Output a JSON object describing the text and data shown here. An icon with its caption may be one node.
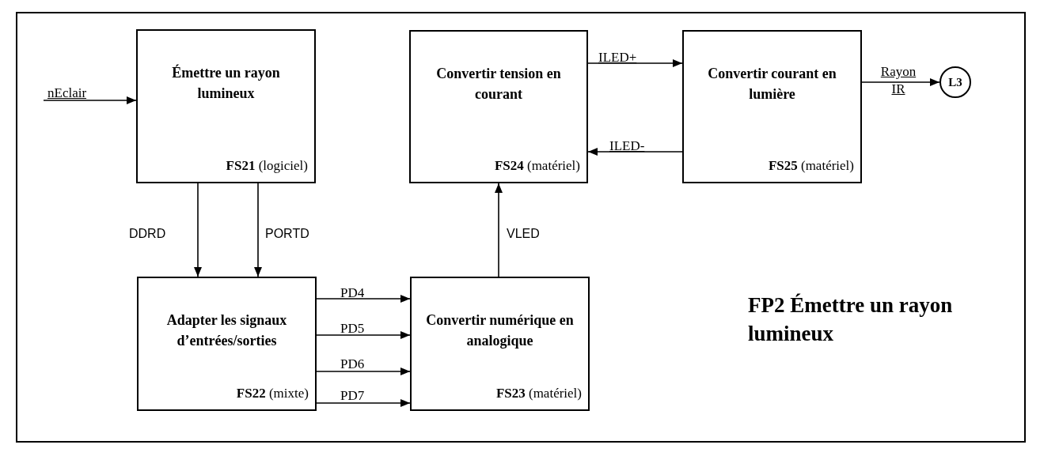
{
  "diagram": {
    "title": "FP2 Émettre un rayon lumineux",
    "nodes": [
      {
        "text": [
          "Émettre un rayon lumineux",
          "**FS21** (logiciel)"
        ]
      },
      {
        "text": [
          "Convertir tension en courant",
          "**FS24** (matériel)"
        ]
      },
      {
        "text": [
          "Convertir courant en lumière",
          "**FS25** (matériel)"
        ]
      },
      {
        "text": [
          "L3"
        ]
      },
      {
        "text": [
          "Adapter les signaux d’entrées/sorties",
          "**FS22** (mixte)"
        ]
      },
      {
        "text": [
          "Convertir numérique en analogique",
          "**FS23** (matériel)"
        ]
      }
    ],
    "edges": [
      {
        "from": null,
        "to": 0,
        "arrow": "to",
        "label": "nEclair"
      },
      {
        "from": 0,
        "to": 4,
        "arrow": "to",
        "label": "DDRD"
      },
      {
        "from": 0,
        "to": 4,
        "arrow": "to",
        "label": "PORTD"
      },
      {
        "from": 4,
        "to": 5,
        "arrow": "to",
        "label": "PD4"
      },
      {
        "from": 4,
        "to": 5,
        "arrow": "to",
        "label": "PD5"
      },
      {
        "from": 4,
        "to": 5,
        "arrow": "to",
        "label": "PD6"
      },
      {
        "from": 4,
        "to": 5,
        "arrow": "to",
        "label": "PD7"
      },
      {
        "from": 5,
        "to": 1,
        "arrow": "to",
        "label": "VLED"
      },
      {
        "from": 1,
        "to": 2,
        "arrow": "to",
        "label": "ILED+"
      },
      {
        "from": 2,
        "to": 1,
        "arrow": "to",
        "label": "ILED-"
      },
      {
        "from": 2,
        "to": 3,
        "arrow": "to",
        "label": "Rayon IR"
      }
    ]
  }
}
